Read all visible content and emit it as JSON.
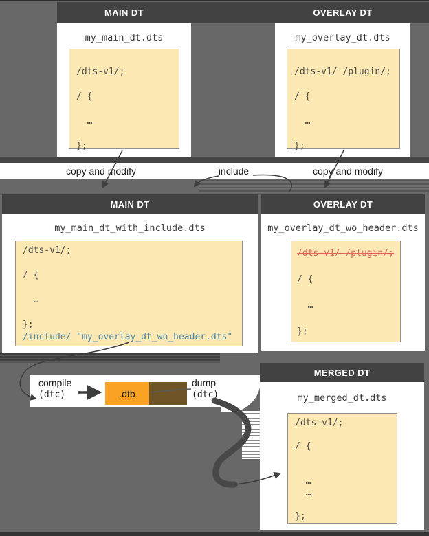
{
  "colors": {
    "background": "#686868",
    "header_bar": "#424242",
    "code_background": "#fce8b3",
    "include_blue": "#4886a6",
    "strike_red": "#e0645a",
    "dtb_orange": "#f9a224",
    "brown_box": "#6f5428",
    "arrow": "#3d3d3d"
  },
  "cards": {
    "main_top": {
      "header": "MAIN DT",
      "filename": "my_main_dt.dts",
      "code": [
        {
          "t": ""
        },
        {
          "t": "/dts-v1/;"
        },
        {
          "t": ""
        },
        {
          "t": "/ {"
        },
        {
          "t": ""
        },
        {
          "t": "  …"
        },
        {
          "t": ""
        },
        {
          "t": "};"
        }
      ]
    },
    "overlay_top": {
      "header": "OVERLAY DT",
      "filename": "my_overlay_dt.dts",
      "code": [
        {
          "t": ""
        },
        {
          "t": "/dts-v1/ /plugin/;"
        },
        {
          "t": ""
        },
        {
          "t": "/ {"
        },
        {
          "t": ""
        },
        {
          "t": "  …"
        },
        {
          "t": ""
        },
        {
          "t": "};"
        }
      ]
    },
    "main_include": {
      "header": "MAIN DT",
      "filename": "my_main_dt_with_include.dts",
      "code": [
        {
          "t": "/dts-v1/;"
        },
        {
          "t": ""
        },
        {
          "t": "/ {"
        },
        {
          "t": ""
        },
        {
          "t": "  …"
        },
        {
          "t": ""
        },
        {
          "t": "};"
        },
        {
          "t": "/include/ \"my_overlay_dt_wo_header.dts\"",
          "s": "b"
        }
      ]
    },
    "overlay_wo_header": {
      "header": "OVERLAY DT",
      "filename": "my_overlay_dt_wo_header.dts",
      "code": [
        {
          "t": "/dts-v1/ /plugin/;",
          "s": "r"
        },
        {
          "t": ""
        },
        {
          "t": "/ {"
        },
        {
          "t": ""
        },
        {
          "t": "  …"
        },
        {
          "t": ""
        },
        {
          "t": "};"
        }
      ]
    },
    "merged": {
      "header": "MERGED DT",
      "filename": "my_merged_dt.dts",
      "code": [
        {
          "t": "/dts-v1/;"
        },
        {
          "t": ""
        },
        {
          "t": "/ {"
        },
        {
          "t": ""
        },
        {
          "t": ""
        },
        {
          "t": "  …"
        },
        {
          "t": "  …"
        },
        {
          "t": ""
        },
        {
          "t": "};"
        }
      ]
    }
  },
  "labels": {
    "copy_left": "copy and modify",
    "include": "include",
    "copy_right": "copy and modify",
    "compile": "compile",
    "compile_tool": "(dtc)",
    "dump": "dump",
    "dump_tool": "(dtc)",
    "dtb": ".dtb"
  }
}
